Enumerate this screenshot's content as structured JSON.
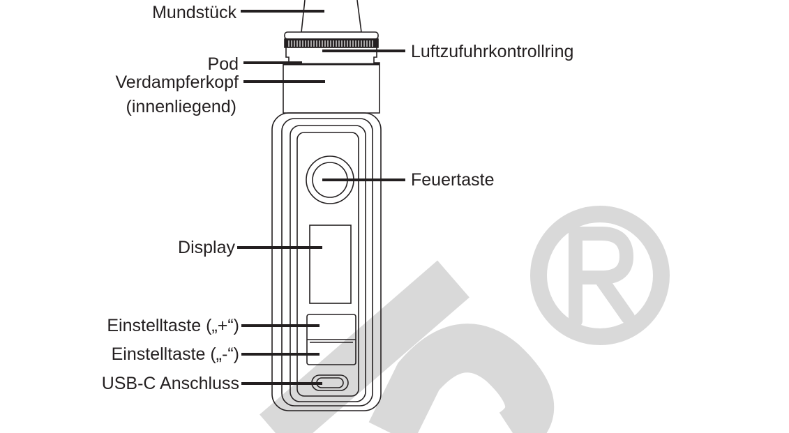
{
  "colors": {
    "ink": "#231f20",
    "watermark": "#d9d9d9"
  },
  "labels": {
    "mouthpiece": "Mundstück",
    "airflow_ring": "Luftzufuhrkontrollring",
    "pod": "Pod",
    "coil_line1": "Verdampferkopf",
    "coil_line2": "(innenliegend)",
    "fire_button": "Feuertaste",
    "display": "Display",
    "adjust_plus": "Einstelltaste („+“)",
    "adjust_minus": "Einstelltaste („-“)",
    "usb_port": "USB-C Anschluss"
  }
}
